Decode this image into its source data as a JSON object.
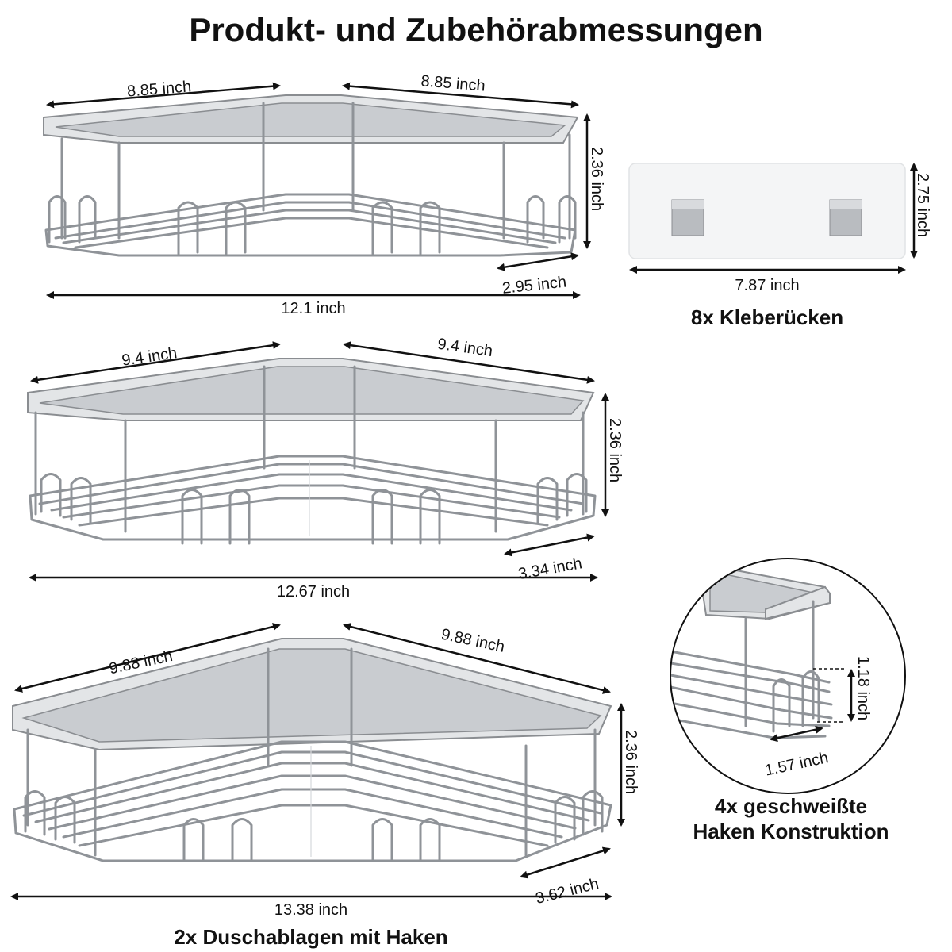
{
  "title": "Produkt- und Zubehörabmessungen",
  "colors": {
    "steel_light": "#e3e5e7",
    "steel_dark": "#8a8d91",
    "pad": "#f4f5f6",
    "text": "#111111"
  },
  "shelf_small": {
    "left_edge": "8.85 inch",
    "right_edge": "8.85 inch",
    "height": "2.36 inch",
    "depth": "2.95 inch",
    "width": "12.1 inch"
  },
  "shelf_medium": {
    "left_edge": "9.4 inch",
    "right_edge": "9.4 inch",
    "height": "2.36 inch",
    "depth": "3.34 inch",
    "width": "12.67 inch"
  },
  "shelf_large": {
    "left_edge": "9.88 inch",
    "right_edge": "9.88 inch",
    "height": "2.36 inch",
    "depth": "3.62 inch",
    "width": "13.38 inch"
  },
  "adhesive": {
    "width": "7.87 inch",
    "height": "2.75 inch",
    "caption": "8x Kleberücken"
  },
  "hook_detail": {
    "height": "1.18 inch",
    "width": "1.57 inch",
    "caption_line1": "4x geschweißte",
    "caption_line2": "Haken Konstruktion"
  },
  "caption_bottom": "2x Duschablagen mit Haken"
}
